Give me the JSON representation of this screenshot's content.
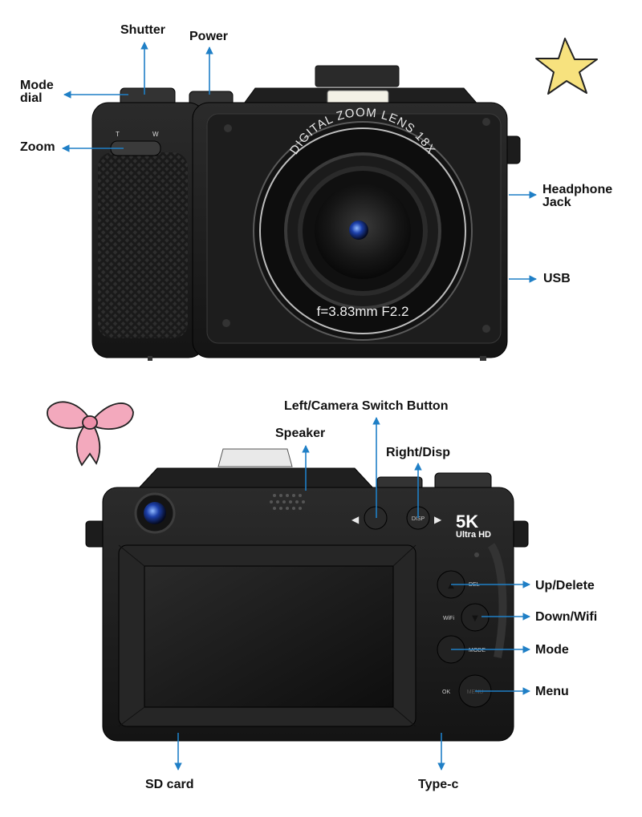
{
  "accent_color": "#1f7fc6",
  "front_view": {
    "lens_ring_text": "DIGITAL ZOOM LENS 18X",
    "lens_spec_text": "f=3.83mm F2.2",
    "zoom_lever": {
      "tele": "T",
      "wide": "W"
    },
    "callouts": {
      "shutter": "Shutter",
      "power": "Power",
      "mode_dial": [
        "Mode",
        "dial"
      ],
      "zoom": "Zoom",
      "headphone_jack": [
        "Headphone",
        "Jack"
      ],
      "usb": "USB"
    }
  },
  "back_view": {
    "badge_big": "5K",
    "badge_small": "Ultra HD",
    "button_text": {
      "disp": "DISP",
      "del": "DEL",
      "wifi": "WiFi",
      "mode": "MODE",
      "ok": "OK",
      "menu": "MENU"
    },
    "callouts": {
      "left_camera_switch": "Left/Camera Switch Button",
      "speaker": "Speaker",
      "right_disp": "Right/Disp",
      "up_delete": "Up/Delete",
      "down_wifi": "Down/Wifi",
      "mode": "Mode",
      "menu": "Menu",
      "sd_card": "SD card",
      "type_c": "Type-c"
    }
  },
  "decorations": [
    "star-icon",
    "bow-icon"
  ]
}
